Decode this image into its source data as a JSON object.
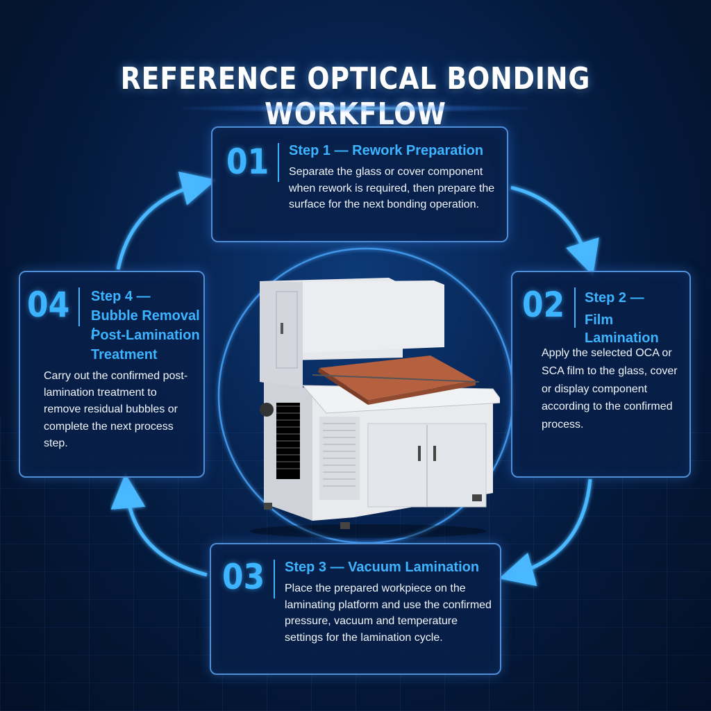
{
  "title": "REFERENCE OPTICAL BONDING WORKFLOW",
  "steps": [
    {
      "number": "01",
      "title": "Step 1 — Rework Preparation",
      "description": "Separate the glass or cover component when rework is required, then prepare the surface for the next bonding operation."
    },
    {
      "number": "02",
      "title_lines": [
        "Step 2 —",
        "Film Lamination"
      ],
      "description": "Apply the selected OCA or SCA film to the glass, cover or display component according to the confirmed process."
    },
    {
      "number": "03",
      "title": "Step 3 — Vacuum Lamination",
      "description": "Place the prepared workpiece on the laminating platform and use the confirmed pressure, vacuum and temperature settings for the lamination cycle."
    },
    {
      "number": "04",
      "title_lines": [
        "Step 4 —",
        "Bubble Removal /",
        "Post-Lamination",
        "Treatment"
      ],
      "description": "Carry out the confirmed post-lamination treatment to remove residual bubbles or complete the next process step."
    }
  ],
  "colors": {
    "accent": "#3db4ff",
    "card_border": "#4f8fd8",
    "arrow": "#49b8ff"
  },
  "image": "laminating-machine"
}
